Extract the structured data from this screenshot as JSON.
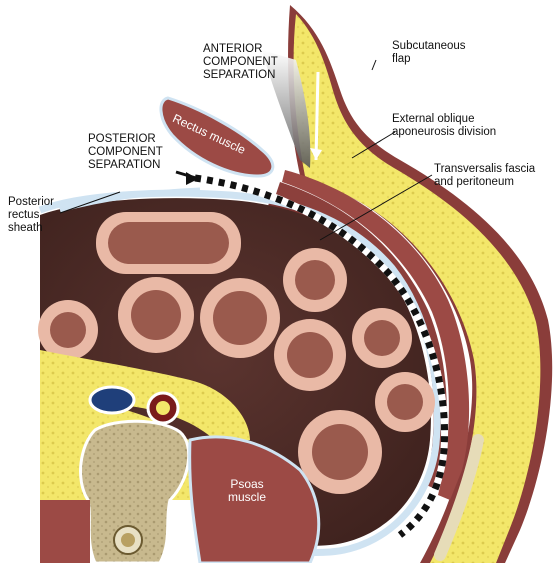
{
  "labels": {
    "anterior_component_separation": "ANTERIOR\nCOMPONENT\nSEPARATION",
    "posterior_component_separation": "POSTERIOR\nCOMPONENT\nSEPARATION",
    "posterior_rectus_sheath": "Posterior\nrectus\nsheath",
    "subcutaneous_flap": "Subcutaneous\nflap",
    "external_oblique_aponeurosis_division": "External oblique\naponeurosis division",
    "transversalis_fascia_and_peritoneum": "Transversalis fascia\nand peritoneum",
    "rectus_muscle": "Rectus muscle",
    "psoas_muscle": "Psoas\nmuscle"
  },
  "colors": {
    "fat": "#f3e76a",
    "fat_dots": "#d9c94a",
    "skin": "#8a3d3a",
    "muscle": "#9c4a45",
    "muscle_dark": "#7a3230",
    "cavity": "#4b2b27",
    "bowel_wall": "#e9b9a6",
    "bowel_lumen": "#9a5a4d",
    "peritoneum": "#cfe3f2",
    "vertebra": "#c8b98e",
    "dotted_line": "#111111"
  }
}
